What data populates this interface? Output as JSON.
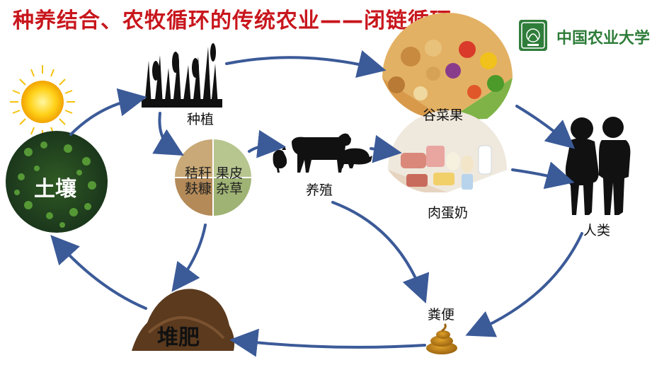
{
  "title": "种养结合、农牧循环的传统农业——闭链循环",
  "logo": {
    "name": "中国农业大学"
  },
  "nodes": {
    "soil": "土壤",
    "planting": "种植",
    "residue": {
      "tl": "秸秆",
      "tr": "果皮",
      "bl": "麸糠",
      "br": "杂草"
    },
    "breeding": "养殖",
    "grains": "谷菜果",
    "meat": "肉蛋奶",
    "humans": "人类",
    "manure": "粪便",
    "compost": "堆肥"
  },
  "colors": {
    "arrow": "#3b5a98",
    "title": "#c8161d",
    "logo": "#2f7d3a"
  }
}
